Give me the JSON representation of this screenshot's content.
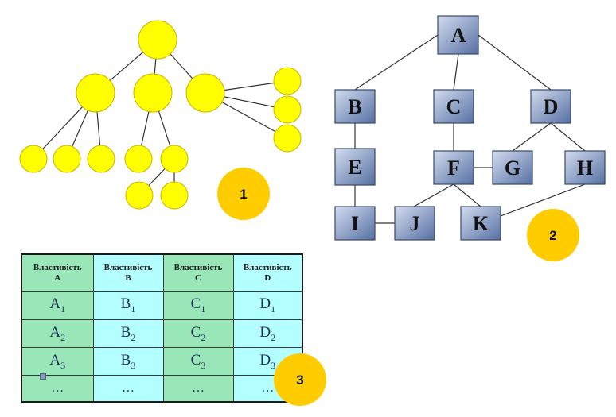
{
  "tree": {
    "badge": "1"
  },
  "graph": {
    "badge": "2",
    "nodes": {
      "a": "A",
      "b": "B",
      "c": "C",
      "d": "D",
      "e": "E",
      "f": "F",
      "g": "G",
      "h": "H",
      "i": "I",
      "j": "J",
      "k": "K"
    }
  },
  "table": {
    "badge": "3",
    "headers": [
      {
        "line1": "Властивість",
        "line2": "A"
      },
      {
        "line1": "Властивість",
        "line2": "B"
      },
      {
        "line1": "Властивість",
        "line2": "C"
      },
      {
        "line1": "Властивість",
        "line2": "D"
      }
    ],
    "rows": [
      [
        {
          "base": "A",
          "sub": "1"
        },
        {
          "base": "B",
          "sub": "1"
        },
        {
          "base": "C",
          "sub": "1"
        },
        {
          "base": "D",
          "sub": "1"
        }
      ],
      [
        {
          "base": "A",
          "sub": "2"
        },
        {
          "base": "B",
          "sub": "2"
        },
        {
          "base": "C",
          "sub": "2"
        },
        {
          "base": "D",
          "sub": "2"
        }
      ],
      [
        {
          "base": "A",
          "sub": "3"
        },
        {
          "base": "B",
          "sub": "3"
        },
        {
          "base": "C",
          "sub": "3"
        },
        {
          "base": "D",
          "sub": "3"
        }
      ]
    ],
    "ellipsis": [
      "…",
      "…",
      "…",
      "…"
    ]
  },
  "colors": {
    "tree_node": "#ffff00",
    "badge": "#ffcc00",
    "box_top": "#c8d4ea",
    "box_bottom": "#5a74a6",
    "table_green": "#99e6b8",
    "table_cyan": "#b3ffff"
  }
}
